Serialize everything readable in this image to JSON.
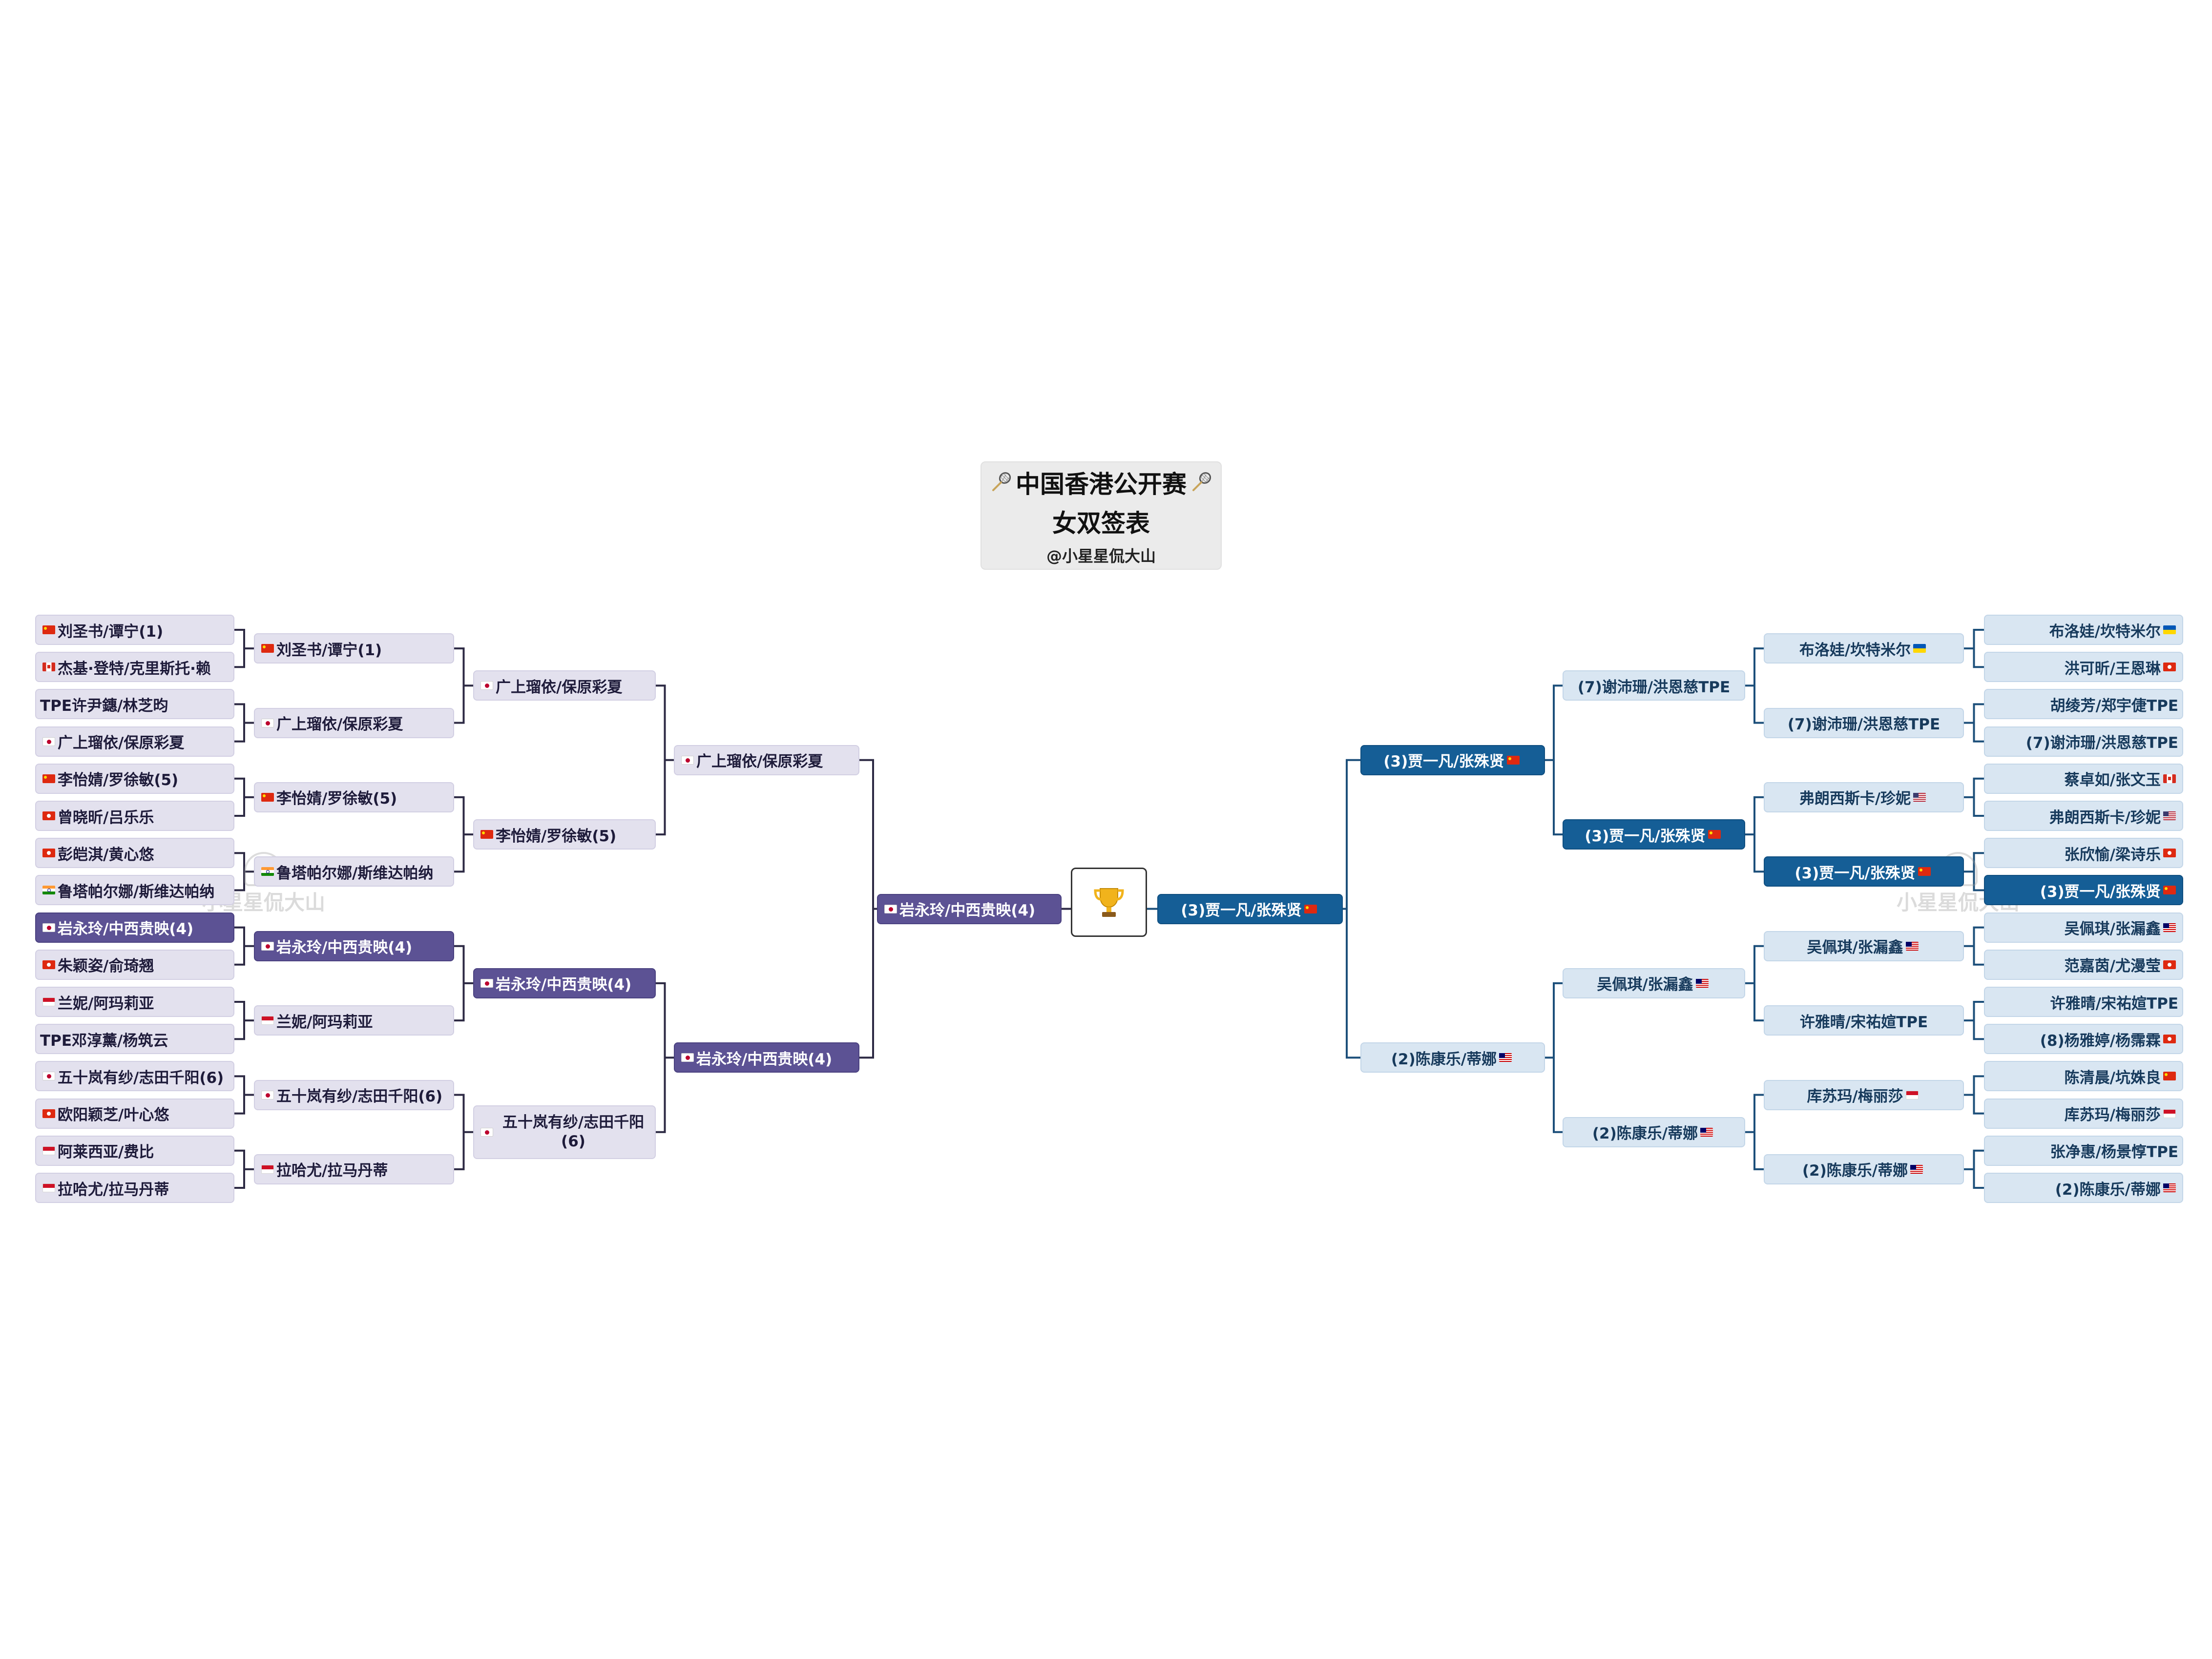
{
  "title": {
    "line1": "中国香港公开赛",
    "line2": "女双签表",
    "line3": "@小星星侃大山",
    "icon": "badminton-racket-icon"
  },
  "trophy_icon": "trophy-icon",
  "watermark": "小星星侃大山",
  "left": {
    "r1": [
      {
        "text": "刘圣书/谭宁(1)",
        "flag": "china"
      },
      {
        "text": "杰基·登特/克里斯托·赖",
        "flag": "canada"
      },
      {
        "text": "TPE许尹鏸/林芝昀",
        "flag": ""
      },
      {
        "text": "广上瑠依/保原彩夏",
        "flag": "japan"
      },
      {
        "text": "李怡婧/罗徐敏(5)",
        "flag": "china"
      },
      {
        "text": "曾晓昕/吕乐乐",
        "flag": "hongkong"
      },
      {
        "text": "彭皑淇/黄心悠",
        "flag": "hongkong"
      },
      {
        "text": "鲁塔帕尔娜/斯维达帕纳",
        "flag": "india"
      },
      {
        "text": "岩永玲/中西贵映(4)",
        "flag": "japan"
      },
      {
        "text": "朱颖姿/俞琦翘",
        "flag": "hongkong"
      },
      {
        "text": "兰妮/阿玛莉亚",
        "flag": "indonesia"
      },
      {
        "text": "TPE邓淳薰/杨筑云",
        "flag": ""
      },
      {
        "text": "五十岚有纱/志田千阳(6)",
        "flag": "japan"
      },
      {
        "text": "欧阳颖芝/叶心悠",
        "flag": "hongkong"
      },
      {
        "text": "阿莱西亚/费比",
        "flag": "indonesia"
      },
      {
        "text": "拉哈尤/拉马丹蒂",
        "flag": "indonesia"
      }
    ],
    "r2": [
      {
        "text": "刘圣书/谭宁(1)",
        "flag": "china"
      },
      {
        "text": "广上瑠依/保原彩夏",
        "flag": "japan"
      },
      {
        "text": "李怡婧/罗徐敏(5)",
        "flag": "china"
      },
      {
        "text": "鲁塔帕尔娜/斯维达帕纳",
        "flag": "india"
      },
      {
        "text": "岩永玲/中西贵映(4)",
        "flag": "japan"
      },
      {
        "text": "兰妮/阿玛莉亚",
        "flag": "indonesia"
      },
      {
        "text": "五十岚有纱/志田千阳(6)",
        "flag": "japan"
      },
      {
        "text": "拉哈尤/拉马丹蒂",
        "flag": "indonesia"
      }
    ],
    "r3": [
      {
        "text": "广上瑠依/保原彩夏",
        "flag": "japan"
      },
      {
        "text": "李怡婧/罗徐敏(5)",
        "flag": "china"
      },
      {
        "text": "岩永玲/中西贵映(4)",
        "flag": "japan"
      },
      {
        "text": "五十岚有纱/志田千阳(6)",
        "flag": "japan"
      }
    ],
    "r4": [
      {
        "text": "广上瑠依/保原彩夏",
        "flag": "japan"
      },
      {
        "text": "岩永玲/中西贵映(4)",
        "flag": "japan"
      }
    ],
    "r5": {
      "text": "岩永玲/中西贵映(4)",
      "flag": "japan"
    }
  },
  "right": {
    "r1": [
      {
        "text": "布洛娃/坎特米尔",
        "flag": "ukraine"
      },
      {
        "text": "洪可昕/王恩琳",
        "flag": "hongkong"
      },
      {
        "text": "胡绫芳/郑宇倢TPE",
        "flag": ""
      },
      {
        "text": "(7)谢沛珊/洪恩慈TPE",
        "flag": ""
      },
      {
        "text": "蔡卓如/张文玉",
        "flag": "canada"
      },
      {
        "text": "弗朗西斯卡/珍妮",
        "flag": "usa"
      },
      {
        "text": "张欣愉/梁诗乐",
        "flag": "hongkong"
      },
      {
        "text": "(3)贾一凡/张殊贤",
        "flag": "china"
      },
      {
        "text": "吴佩琪/张漏鑫",
        "flag": "malaysia"
      },
      {
        "text": "范嘉茵/尤漫莹",
        "flag": "hongkong"
      },
      {
        "text": "许雅晴/宋祐媗TPE",
        "flag": ""
      },
      {
        "text": "(8)杨雅婷/杨霈霖",
        "flag": "hongkong"
      },
      {
        "text": "陈清晨/坑姝良",
        "flag": "china"
      },
      {
        "text": "库苏玛/梅丽莎",
        "flag": "indonesia"
      },
      {
        "text": "张净惠/杨景惇TPE",
        "flag": ""
      },
      {
        "text": "(2)陈康乐/蒂娜",
        "flag": "malaysia"
      }
    ],
    "r2": [
      {
        "text": "布洛娃/坎特米尔",
        "flag": "ukraine"
      },
      {
        "text": "(7)谢沛珊/洪恩慈TPE",
        "flag": ""
      },
      {
        "text": "弗朗西斯卡/珍妮",
        "flag": "usa"
      },
      {
        "text": "(3)贾一凡/张殊贤",
        "flag": "china"
      },
      {
        "text": "吴佩琪/张漏鑫",
        "flag": "malaysia"
      },
      {
        "text": "许雅晴/宋祐媗TPE",
        "flag": ""
      },
      {
        "text": "库苏玛/梅丽莎",
        "flag": "indonesia"
      },
      {
        "text": "(2)陈康乐/蒂娜",
        "flag": "malaysia"
      }
    ],
    "r3": [
      {
        "text": "(7)谢沛珊/洪恩慈TPE",
        "flag": ""
      },
      {
        "text": "(3)贾一凡/张殊贤",
        "flag": "china"
      },
      {
        "text": "吴佩琪/张漏鑫",
        "flag": "malaysia"
      },
      {
        "text": "(2)陈康乐/蒂娜",
        "flag": "malaysia"
      }
    ],
    "r4": [
      {
        "text": "(3)贾一凡/张殊贤",
        "flag": "china"
      },
      {
        "text": "(2)陈康乐/蒂娜",
        "flag": "malaysia"
      }
    ],
    "r5": {
      "text": "(3)贾一凡/张殊贤",
      "flag": "china"
    }
  }
}
